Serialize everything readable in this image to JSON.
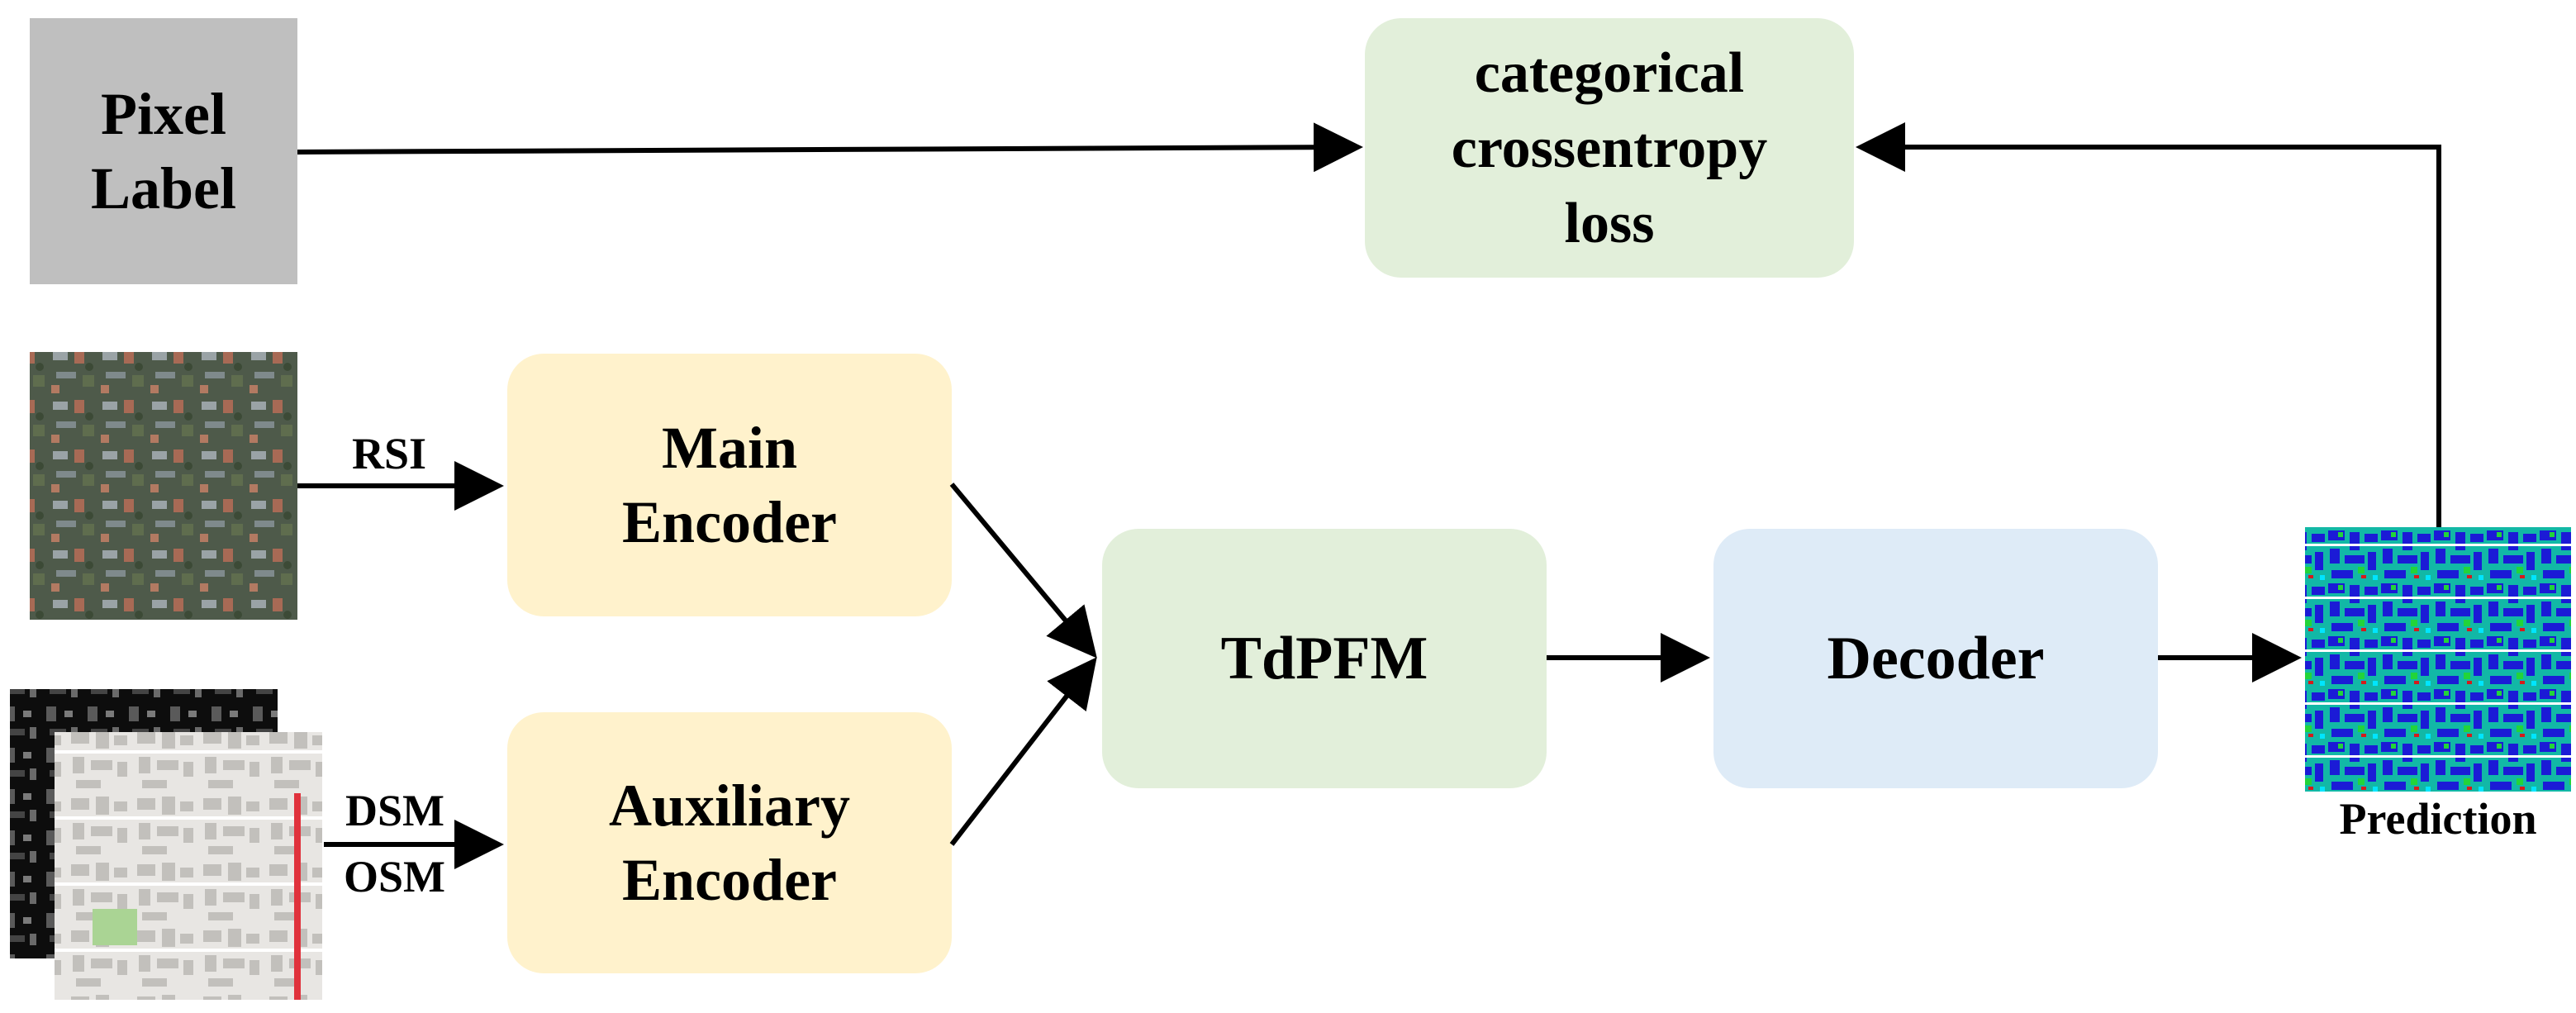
{
  "nodes": {
    "pixel_label": {
      "lines": [
        "Pixel",
        "Label"
      ],
      "color": "#bfbfbf"
    },
    "loss": {
      "lines": [
        "categorical",
        "crossentropy",
        "loss"
      ],
      "color": "#e2efda"
    },
    "main_encoder": {
      "lines": [
        "Main",
        "Encoder"
      ],
      "color": "#fff2cc"
    },
    "aux_encoder": {
      "lines": [
        "Auxiliary",
        "Encoder"
      ],
      "color": "#fff2cc"
    },
    "tdpfm": {
      "label": "TdPFM",
      "color": "#e2efda"
    },
    "decoder": {
      "label": "Decoder",
      "color": "#deebf7"
    }
  },
  "edge_labels": {
    "rsi": "RSI",
    "dsm": "DSM",
    "osm": "OSM"
  },
  "images": {
    "rsi": "satellite-image-thumbnail",
    "dsm": "dsm-heightmap-thumbnail",
    "osm": "osm-map-thumbnail",
    "prediction": "segmentation-prediction-thumbnail"
  },
  "prediction_label": "Prediction"
}
